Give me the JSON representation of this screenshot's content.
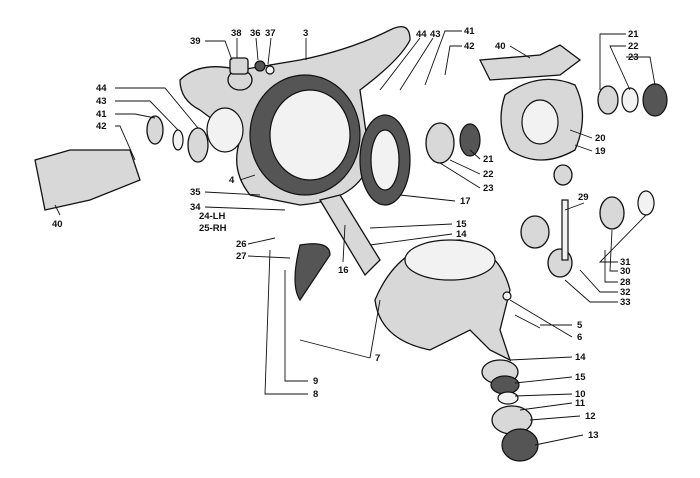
{
  "title": "Rear axle differential exploded view",
  "labels": {
    "l39": "39",
    "l38": "38",
    "l36": "36",
    "l37": "37",
    "l3": "3",
    "l44a": "44",
    "l43a": "43",
    "l41a": "41",
    "l42a": "42",
    "l40a": "40",
    "l21a": "21",
    "l22a": "22",
    "l23a": "23",
    "l44b": "44",
    "l43b": "43",
    "l41b": "41",
    "l42b": "42",
    "l4": "4",
    "l35": "35",
    "l34": "34",
    "l24": "24-LH",
    "l25": "25-RH",
    "l26": "26",
    "l27": "27",
    "l40b": "40",
    "l17": "17",
    "l15a": "15",
    "l14a": "14",
    "l16": "16",
    "l21b": "21",
    "l22b": "22",
    "l23b": "23",
    "l20": "20",
    "l19": "19",
    "l29": "29",
    "l31": "31",
    "l30": "30",
    "l28": "28",
    "l32": "32",
    "l33": "33",
    "l5": "5",
    "l6": "6",
    "l7": "7",
    "l14b": "14",
    "l15b": "15",
    "l10": "10",
    "l11": "11",
    "l12": "12",
    "l13": "13",
    "l9": "9",
    "l8": "8"
  }
}
